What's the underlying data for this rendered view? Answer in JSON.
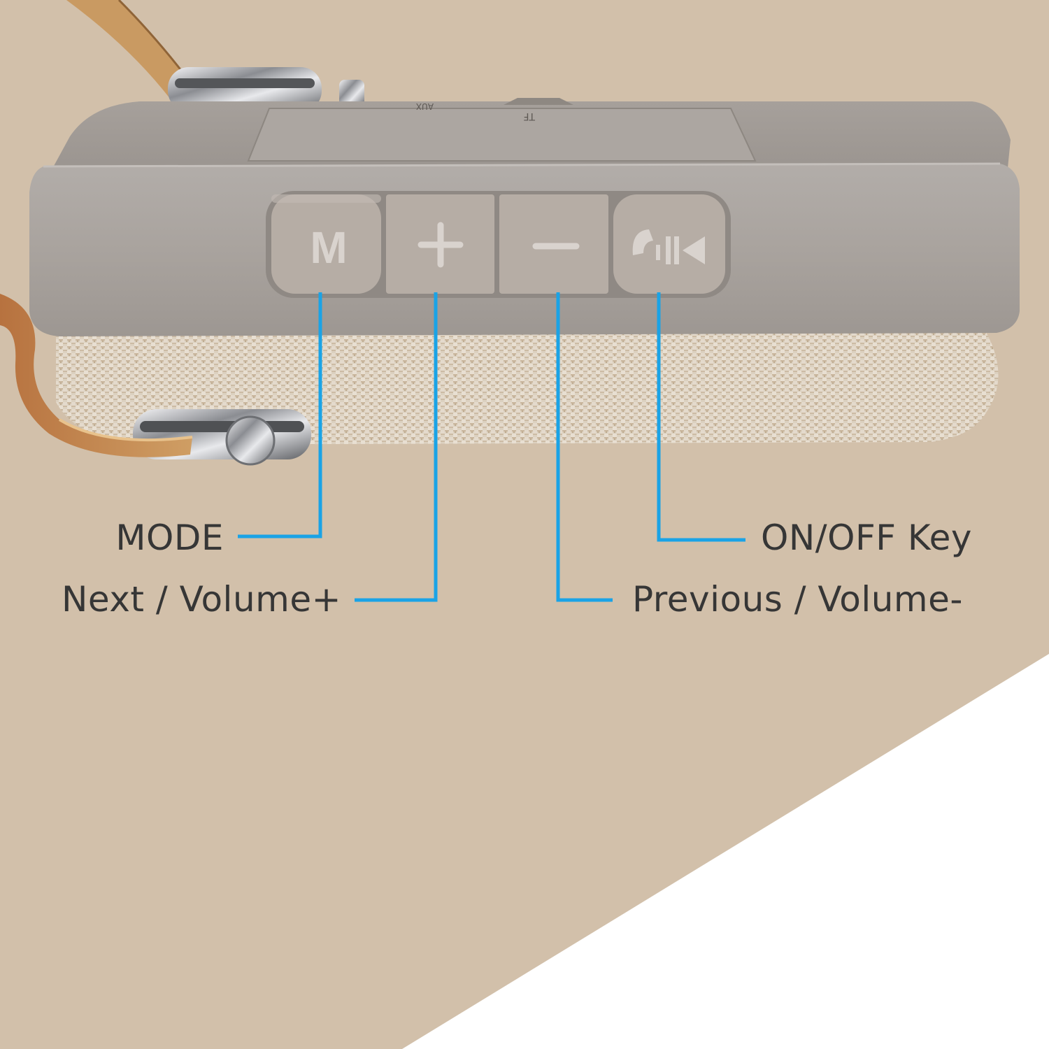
{
  "product": {
    "name": "portable fabric bluetooth speaker",
    "colors": {
      "background": "#d2c0aa",
      "corner": "#ffffff",
      "housing": "#a7a19d",
      "button": "#b4aca4",
      "fabric": "#e0d7c8",
      "strap": "#c99a62",
      "callout_line": "#1aa3e6",
      "label_text": "#363636"
    }
  },
  "buttons": [
    {
      "id": "mode",
      "glyph": "M",
      "icon": "mode-icon"
    },
    {
      "id": "next",
      "glyph": "+",
      "icon": "plus-icon"
    },
    {
      "id": "prev",
      "glyph": "–",
      "icon": "minus-icon"
    },
    {
      "id": "power",
      "glyph": "",
      "icon": "phone-skip-back-icon"
    }
  ],
  "labels": {
    "mode": "MODE",
    "next": "Next / Volume+",
    "onoff": "ON/OFF Key",
    "prev": "Previous / Volume-"
  }
}
